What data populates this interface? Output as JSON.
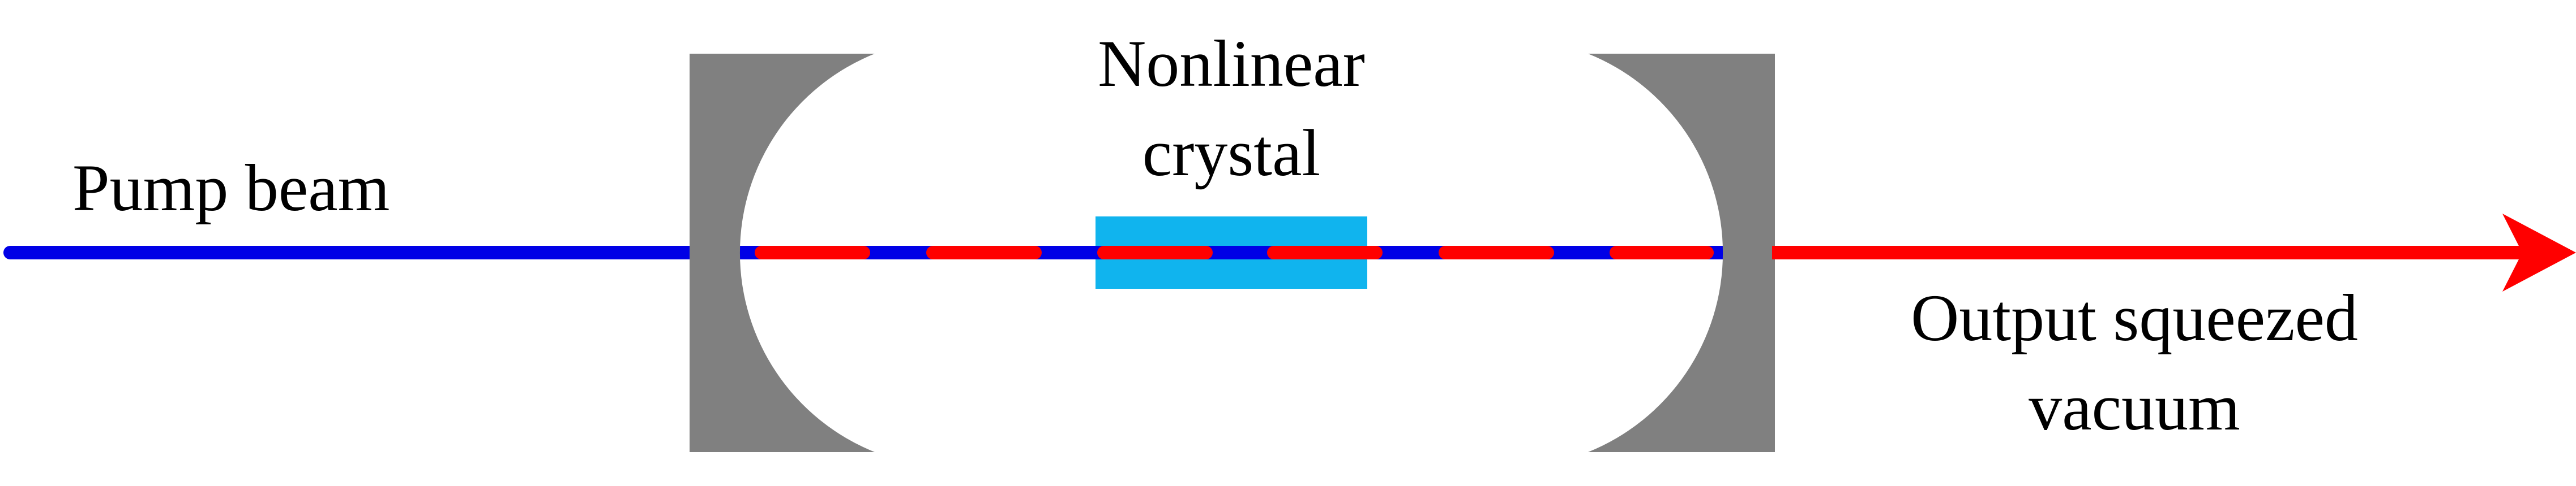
{
  "labels": {
    "pump_beam": "Pump beam",
    "crystal_line1": "Nonlinear",
    "crystal_line2": "crystal",
    "output_line1": "Output squeezed",
    "output_line2": "vacuum"
  },
  "colors": {
    "pump_beam": "#0000e6",
    "output_beam": "#ff0000",
    "crystal": "#10b4ee",
    "mirror": "#808080",
    "background": "#ffffff",
    "text": "#000000"
  }
}
